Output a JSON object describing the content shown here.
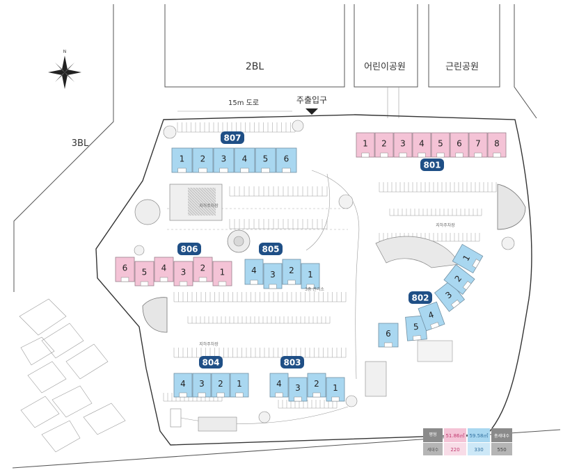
{
  "surroundings": {
    "north_mark": "N",
    "block_2bl": "2BL",
    "block_3bl": "3BL",
    "childrens_park": "어린이공원",
    "neighborhood_park": "근린공원",
    "road": "15m 도로",
    "main_entrance": "주출입구"
  },
  "areas": {
    "underground_parking": "지하주차장",
    "ground_parking_1": "지하주차장",
    "ground_parking_2": "지하주차장",
    "label_3f": "3층 관리소"
  },
  "buildings": [
    {
      "id": "807",
      "label": "807",
      "color": "blue",
      "units": [
        "1",
        "2",
        "3",
        "4",
        "5",
        "6"
      ]
    },
    {
      "id": "801",
      "label": "801",
      "color": "pink",
      "units": [
        "1",
        "2",
        "3",
        "4",
        "5",
        "6",
        "7",
        "8"
      ]
    },
    {
      "id": "806",
      "label": "806",
      "color": "pink",
      "units": [
        "6",
        "5",
        "4",
        "3",
        "2",
        "1"
      ]
    },
    {
      "id": "805",
      "label": "805",
      "color": "blue",
      "units": [
        "4",
        "3",
        "2",
        "1"
      ]
    },
    {
      "id": "802",
      "label": "802",
      "color": "blue",
      "units": [
        "6",
        "5",
        "4",
        "3",
        "2",
        "1"
      ]
    },
    {
      "id": "804",
      "label": "804",
      "color": "blue",
      "units": [
        "4",
        "3",
        "2",
        "1"
      ]
    },
    {
      "id": "803",
      "label": "803",
      "color": "blue",
      "units": [
        "4",
        "3",
        "2",
        "1"
      ]
    }
  ],
  "legend": {
    "header": "평형",
    "pink_area": "51.86㎡",
    "blue_area": "59.58㎡",
    "total_header": "총세대수",
    "row_label": "세대수",
    "pink_count": "220",
    "blue_count": "330",
    "total_count": "550",
    "colors": {
      "pink": "#f4c3d6",
      "blue": "#a9d7f0",
      "grey": "#8a8a8a"
    }
  }
}
